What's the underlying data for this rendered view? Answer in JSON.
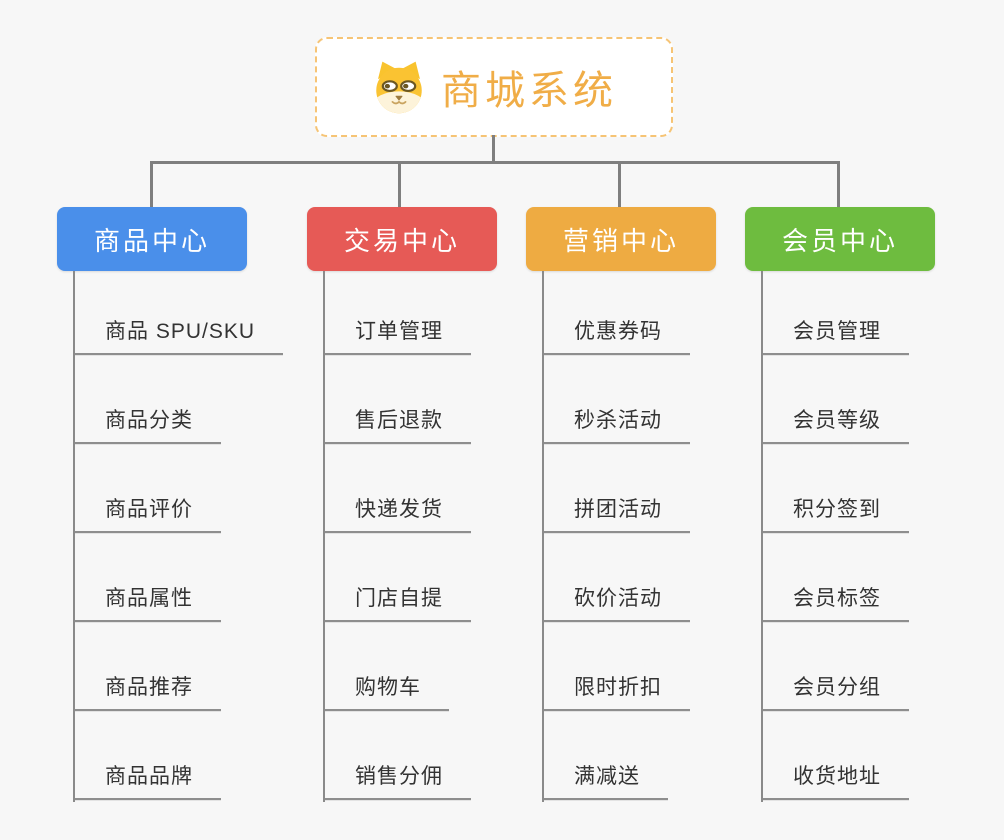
{
  "root": {
    "title": "商城系统",
    "icon": "shiba-dog-icon"
  },
  "theme": {
    "background": "#f7f7f7",
    "root_border": "#f6c475",
    "root_text": "#f0ad47",
    "line_color": "#7f7f7f",
    "underline_color": "#8e8e8e",
    "leaf_text": "#333333"
  },
  "branches": [
    {
      "label": "商品中心",
      "color": "#4a8fea",
      "items": [
        "商品 SPU/SKU",
        "商品分类",
        "商品评价",
        "商品属性",
        "商品推荐",
        "商品品牌"
      ]
    },
    {
      "label": "交易中心",
      "color": "#e65a56",
      "items": [
        "订单管理",
        "售后退款",
        "快递发货",
        "门店自提",
        "购物车",
        "销售分佣"
      ]
    },
    {
      "label": "营销中心",
      "color": "#eeab42",
      "items": [
        "优惠券码",
        "秒杀活动",
        "拼团活动",
        "砍价活动",
        "限时折扣",
        "满减送"
      ]
    },
    {
      "label": "会员中心",
      "color": "#6ebc3f",
      "items": [
        "会员管理",
        "会员等级",
        "积分签到",
        "会员标签",
        "会员分组",
        "收货地址"
      ]
    }
  ]
}
